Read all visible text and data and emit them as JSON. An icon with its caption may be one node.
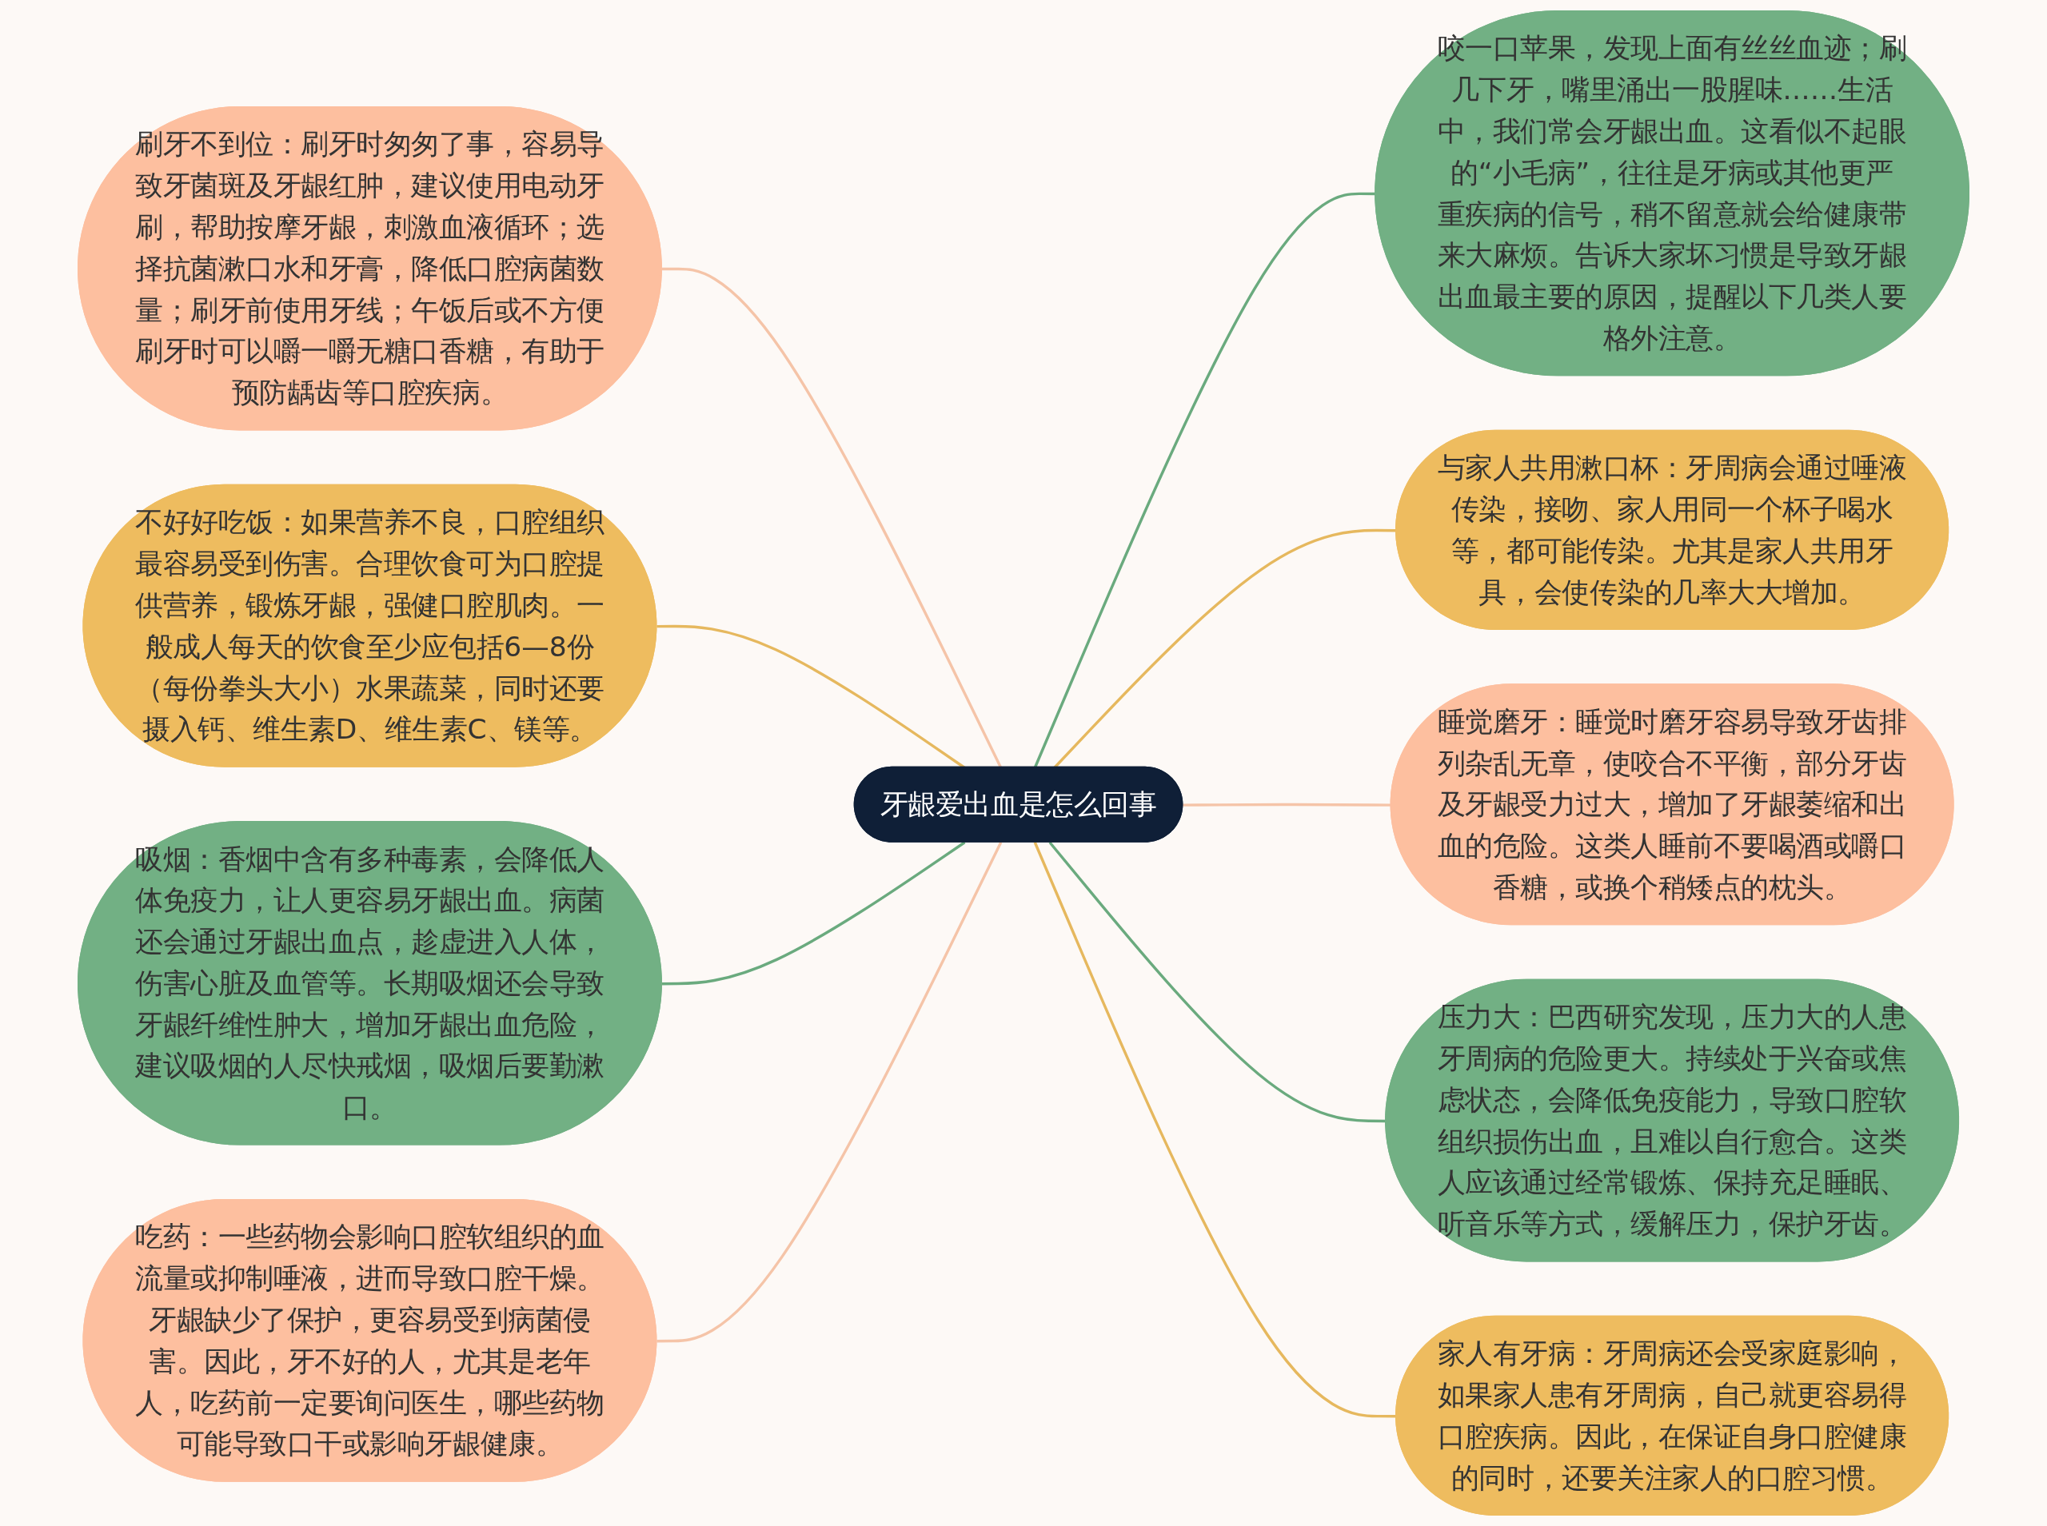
{
  "diagram": {
    "nodes": [
      {
        "text": [
          "牙龈爱出血是怎么回事"
        ]
      },
      {
        "text": [
          "刷牙不到位：刷牙时匆匆了事，容易导致牙菌斑及牙龈红肿，建议使用电动牙刷，帮助按摩牙龈，刺激血液循环；选择抗菌漱口水和牙膏，降低口腔病菌数量；刷牙前使用牙线；午饭后或不方便刷牙时可以嚼一嚼无糖口香糖，有助于预防龋齿等口腔疾病。"
        ]
      },
      {
        "text": [
          "不好好吃饭：如果营养不良，口腔组织最容易受到伤害。合理饮食可为口腔提供营养，锻炼牙龈，强健口腔肌肉。一般成人每天的饮食至少应包括6—8份（每份拳头大小）水果蔬菜，同时还要摄入钙、维生素D、维生素C、镁等。"
        ]
      },
      {
        "text": [
          "吸烟：香烟中含有多种毒素，会降低人体免疫力，让人更容易牙龈出血。病菌还会通过牙龈出血点，趁虚进入人体，伤害心脏及血管等。长期吸烟还会导致牙龈纤维性肿大，增加牙龈出血危险，建议吸烟的人尽快戒烟，吸烟后要勤漱口。"
        ]
      },
      {
        "text": [
          "吃药：一些药物会影响口腔软组织的血流量或抑制唾液，进而导致口腔干燥。牙龈缺少了保护，更容易受到病菌侵害。因此，牙不好的人，尤其是老年人，吃药前一定要询问医生，哪些药物可能导致口干或影响牙龈健康。"
        ]
      },
      {
        "text": [
          "咬一口苹果，发现上面有丝丝血迹；刷几下牙，嘴里涌出一股腥味……生活中，我们常会牙龈出血。这看似不起眼的“小毛病”，往往是牙病或其他更严重疾病的信号，稍不留意就会给健康带来大麻烦。告诉大家坏习惯是导致牙龈出血最主要的原因，提醒以下几类人要格外注意。"
        ]
      },
      {
        "text": [
          "与家人共用漱口杯：牙周病会通过唾液传染，接吻、家人用同一个杯子喝水等，都可能传染。尤其是家人共用牙具，会使传染的几率大大增加。"
        ]
      },
      {
        "text": [
          "睡觉磨牙：睡觉时磨牙容易导致牙齿排列杂乱无章，使咬合不平衡，部分牙齿及牙龈受力过大，增加了牙龈萎缩和出血的危险。这类人睡前不要喝酒或嚼口香糖，或换个稍矮点的枕头。"
        ]
      },
      {
        "text": [
          "压力大：巴西研究发现，压力大的人患牙周病的危险更大。持续处于兴奋或焦虑状态，会降低免疫能力，导致口腔软组织损伤出血，且难以自行愈合。这类人应该通过经常锻炼、保持充足睡眠、听音乐等方式，缓解压力，保护牙齿。"
        ]
      },
      {
        "text": [
          "家人有牙病：牙周病还会受家庭影响，如果家人患有牙周病，自己就更容易得口腔疾病。因此，在保证自身口腔健康的同时，还要关注家人的口腔习惯。"
        ]
      }
    ],
    "edges": [
      {
        "from": 0,
        "to": 1,
        "arrow": "none",
        "color": "#f5c4a8"
      },
      {
        "from": 0,
        "to": 2,
        "arrow": "none",
        "color": "#e6b85e"
      },
      {
        "from": 0,
        "to": 3,
        "arrow": "none",
        "color": "#6aaa7e"
      },
      {
        "from": 0,
        "to": 4,
        "arrow": "none",
        "color": "#f5c4a8"
      },
      {
        "from": 0,
        "to": 5,
        "arrow": "none",
        "color": "#6aaa7e"
      },
      {
        "from": 0,
        "to": 6,
        "arrow": "none",
        "color": "#e6b85e"
      },
      {
        "from": 0,
        "to": 7,
        "arrow": "none",
        "color": "#f5c4a8"
      },
      {
        "from": 0,
        "to": 8,
        "arrow": "none",
        "color": "#6aaa7e"
      },
      {
        "from": 0,
        "to": 9,
        "arrow": "none",
        "color": "#e6b85e"
      }
    ]
  }
}
